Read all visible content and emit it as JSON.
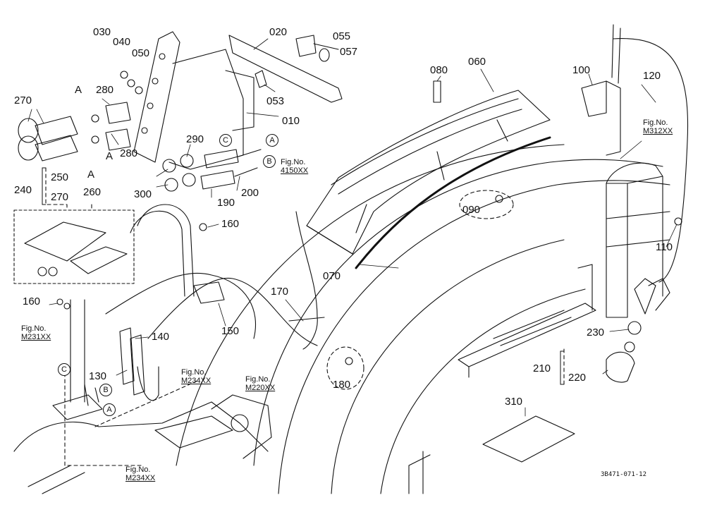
{
  "diagram_code": "3B471-071-12",
  "part_numbers": [
    "030",
    "040",
    "050",
    "020",
    "055",
    "057",
    "053",
    "010",
    "270",
    "280",
    "280",
    "290",
    "300",
    "190",
    "200",
    "250",
    "270",
    "260",
    "240",
    "160",
    "160",
    "140",
    "150",
    "130",
    "170",
    "180",
    "080",
    "060",
    "090",
    "070",
    "100",
    "120",
    "110",
    "230",
    "210",
    "220",
    "310"
  ],
  "fig_refs": [
    {
      "prefix": "Fig.No.",
      "code": "4150XX"
    },
    {
      "prefix": "Fig.No.",
      "code": "M312XX"
    },
    {
      "prefix": "Fig.No.",
      "code": "M231XX"
    },
    {
      "prefix": "Fig.No.",
      "code": "M234XX"
    },
    {
      "prefix": "Fig.No.",
      "code": "M220XX"
    },
    {
      "prefix": "Fig.No.",
      "code": "M234XX"
    }
  ],
  "connectors": [
    "A",
    "A",
    "A",
    "B",
    "B",
    "C",
    "C"
  ],
  "colors": {
    "line": "#111111",
    "background": "#ffffff"
  }
}
